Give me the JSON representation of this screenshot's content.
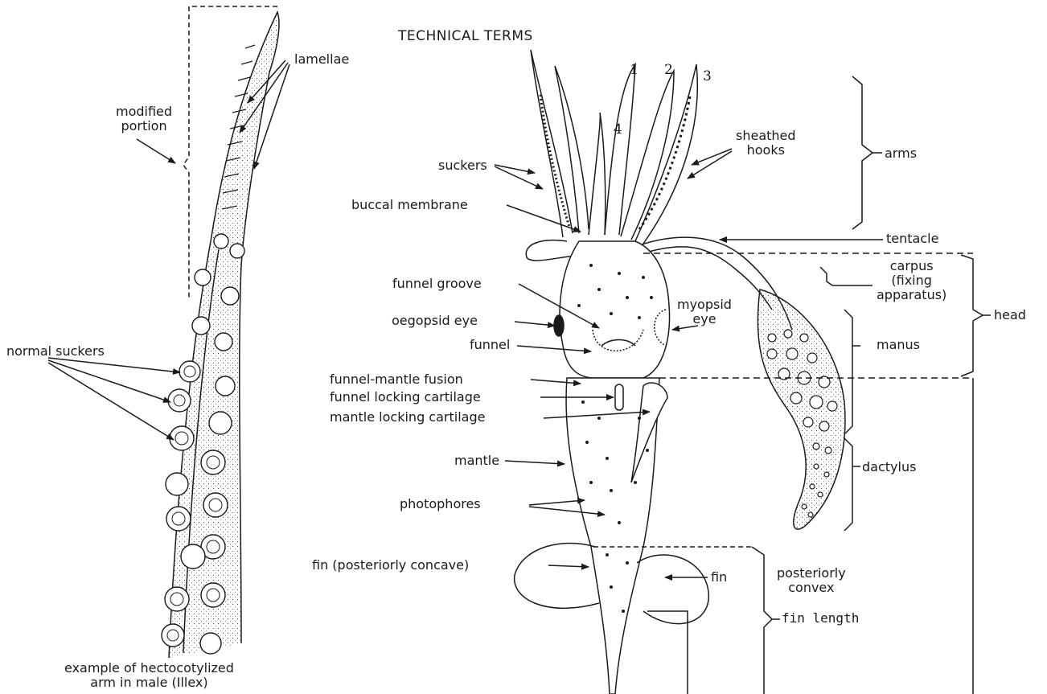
{
  "title": "TECHNICAL TERMS",
  "arm_numbers": [
    "1",
    "2",
    "3",
    "4"
  ],
  "left_figure": {
    "labels": {
      "lamellae": "lamellae",
      "modified_portion": "modified\nportion",
      "normal_suckers": "normal suckers"
    },
    "caption": "example of hectocotylized\narm in male (Illex)"
  },
  "squid_figure": {
    "labels": {
      "suckers": "suckers",
      "sheathed_hooks": "sheathed\nhooks",
      "arms": "arms",
      "buccal_membrane": "buccal membrane",
      "tentacle": "tentacle",
      "carpus": "carpus\n(fixing\napparatus)",
      "head": "head",
      "funnel_groove": "funnel groove",
      "oegopsid_eye": "oegopsid eye",
      "myopsid_eye": "myopsid\neye",
      "funnel": "funnel",
      "manus": "manus",
      "funnel_mantle_fusion": "funnel-mantle fusion",
      "funnel_locking_cartilage": "funnel locking cartilage",
      "mantle_locking_cartilage": "mantle locking cartilage",
      "mantle": "mantle",
      "dactylus": "dactylus",
      "photophores": "photophores",
      "fin_concave": "fin (posteriorly concave)",
      "fin": "fin",
      "posteriorly_convex": "posteriorly\nconvex",
      "fin_length": "fin length"
    }
  }
}
